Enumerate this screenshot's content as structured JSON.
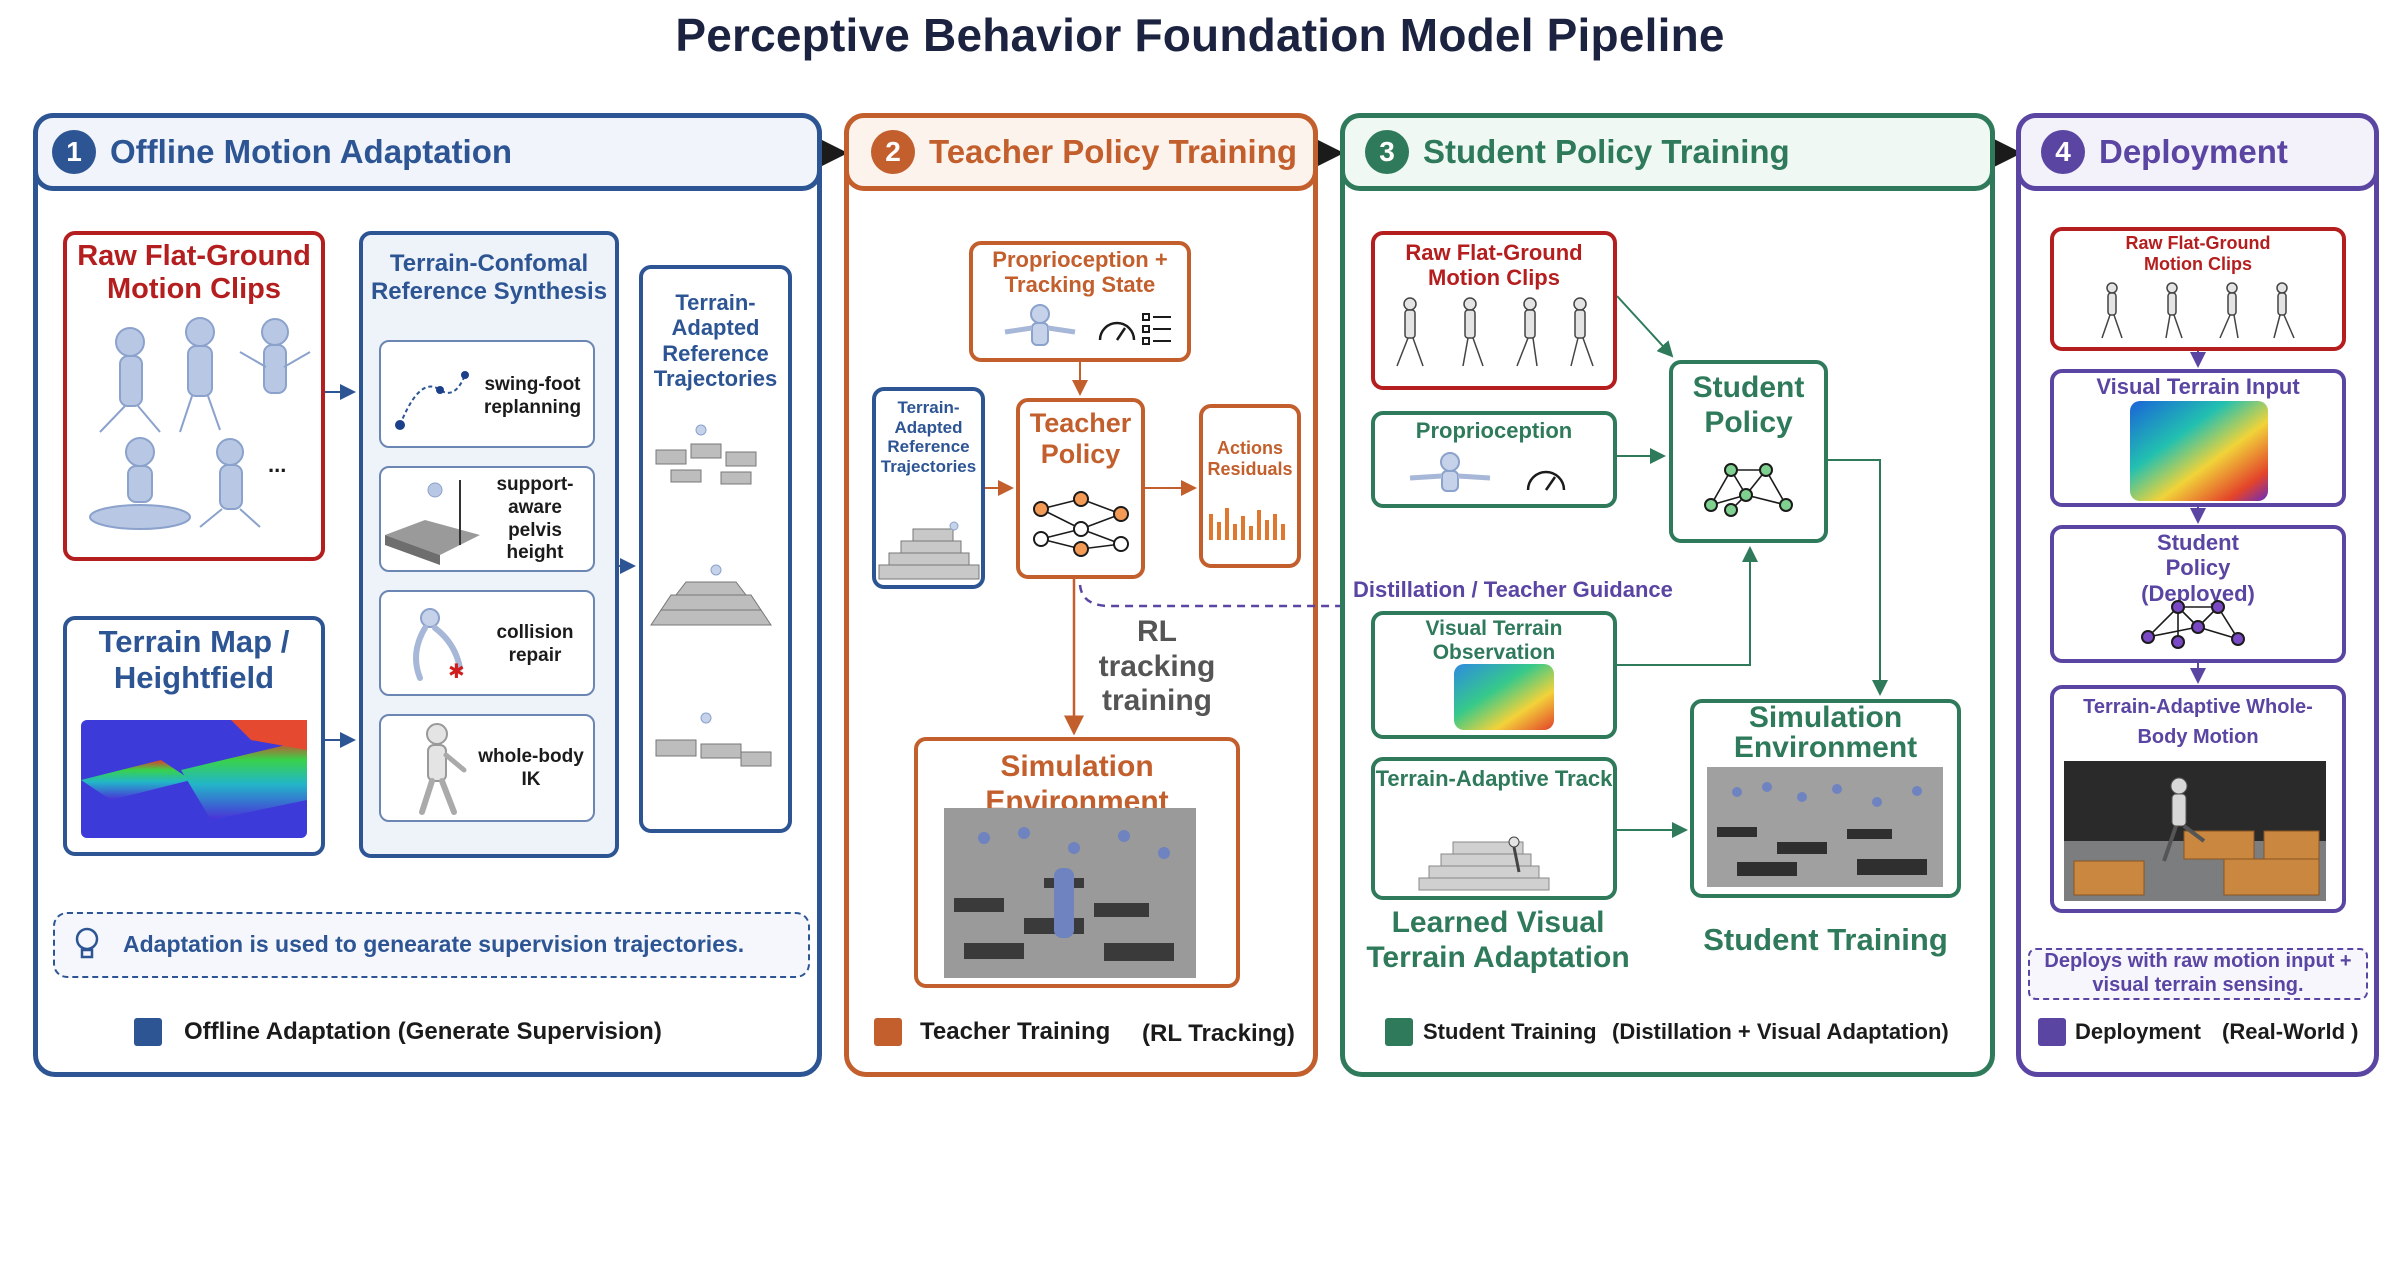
{
  "title": "Perceptive Behavior Foundation Model Pipeline",
  "colors": {
    "blue": "#2d5594",
    "orange": "#c25f2c",
    "green": "#2e7a5a",
    "purple": "#5a45a3",
    "red": "#b51e1e"
  },
  "stage1": {
    "number": "1",
    "header": "Offline Motion Adaptation",
    "raw_clips": "Raw Flat-Ground Motion Clips",
    "ellipsis": "...",
    "terrain_map": "Terrain Map / Heightfield",
    "synthesis_title": "Terrain-Confomal Reference Synthesis",
    "steps": [
      {
        "label": "swing-foot replanning"
      },
      {
        "label": "support-aware pelvis height"
      },
      {
        "label": "collision repair"
      },
      {
        "label": "whole-body IK"
      }
    ],
    "adapted_title": "Terrain-Adapted Reference Trajectories",
    "note": "Adaptation is used to genearate supervision trajectories.",
    "legend": "Offline Adaptation (Generate Supervision)"
  },
  "stage2": {
    "number": "2",
    "header": "Teacher Policy Training",
    "proprio": "Proprioception + Tracking State",
    "ref_traj": "Terrain-Adapted Reference Trajectories",
    "teacher": "Teacher Policy",
    "actions": "Actions Residuals",
    "rl_label": "RL tracking training",
    "sim": "Simulation Environment",
    "legend_a": "Teacher Training",
    "legend_b": "(RL Tracking)"
  },
  "stage3": {
    "number": "3",
    "header": "Student Policy Training",
    "raw_clips": "Raw Flat-Ground Motion Clips",
    "proprio": "Proprioception",
    "student": "Student Policy",
    "distill": "Distillation / Teacher Guidance",
    "visual_obs": "Visual Terrain Observation",
    "track": "Terrain-Adaptive Track",
    "sim": "Simulation Environment",
    "learned": "Learned Visual Terrain Adaptation",
    "student_training": "Student Training",
    "legend_a": "Student Training",
    "legend_b": "(Distillation + Visual  Adaptation)"
  },
  "stage4": {
    "number": "4",
    "header": "Deployment",
    "raw_clips": "Raw Flat-Ground Motion Clips",
    "visual_input": "Visual Terrain Input",
    "student_deployed": "Student Policy (Deployed)",
    "wbm": "Terrain-Adaptive Whole-Body Motion",
    "note": "Deploys with raw motion input + visual terrain sensing.",
    "legend_a": "Deployment",
    "legend_b": "(Real-World )"
  },
  "icons": [
    "info-bulb-icon",
    "gauge-icon",
    "checklist-icon",
    "neural-net-icon",
    "bar-chart-icon"
  ]
}
